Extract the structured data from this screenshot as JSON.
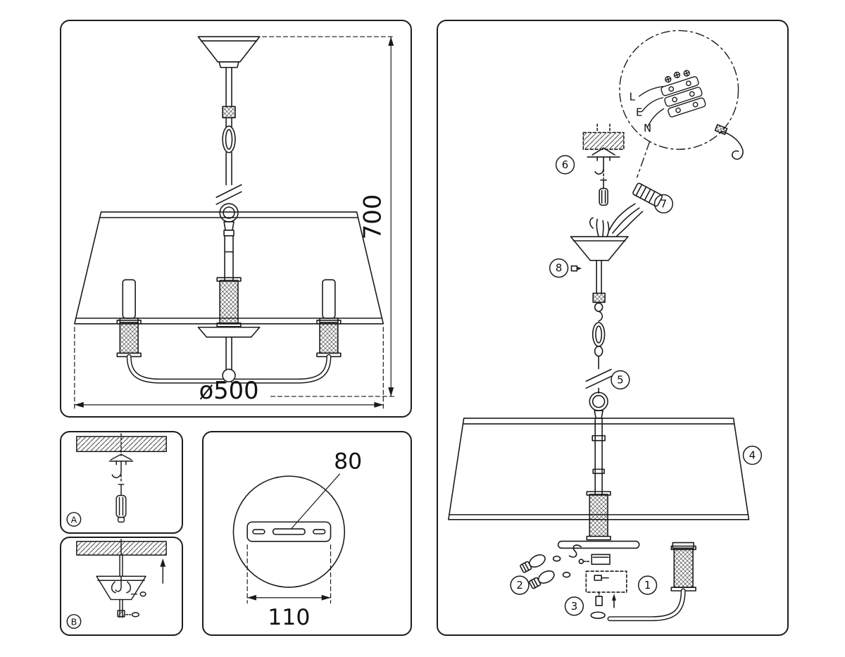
{
  "main_view": {
    "height_dim": "700",
    "diameter_dim": "ø500"
  },
  "detail_a": {
    "label": "A"
  },
  "detail_b": {
    "label": "B"
  },
  "mount_plate": {
    "slot_dim": "80",
    "plate_dim": "110"
  },
  "assembly": {
    "wire_labels": {
      "live": "L",
      "earth": "E",
      "neutral": "N"
    },
    "balloons": [
      "1",
      "2",
      "3",
      "4",
      "5",
      "6",
      "7",
      "8"
    ]
  },
  "colors": {
    "line": "#1a1a1a",
    "background": "#ffffff"
  }
}
